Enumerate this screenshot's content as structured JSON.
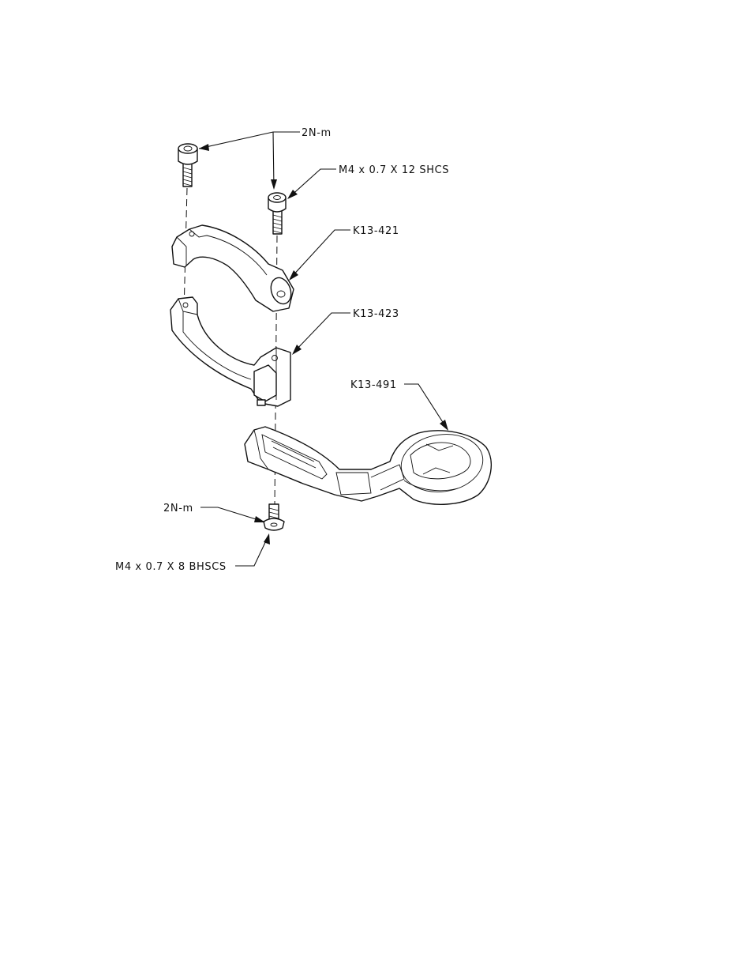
{
  "labels": {
    "torque_top": "2N-m",
    "shcs": "M4 x 0.7 X 12 SHCS",
    "upper_clamp": "K13-421",
    "lower_clamp": "K13-423",
    "mount": "K13-491",
    "torque_bottom": "2N-m",
    "bhcs": "M4 x 0.7 X 8 BHSCS"
  }
}
